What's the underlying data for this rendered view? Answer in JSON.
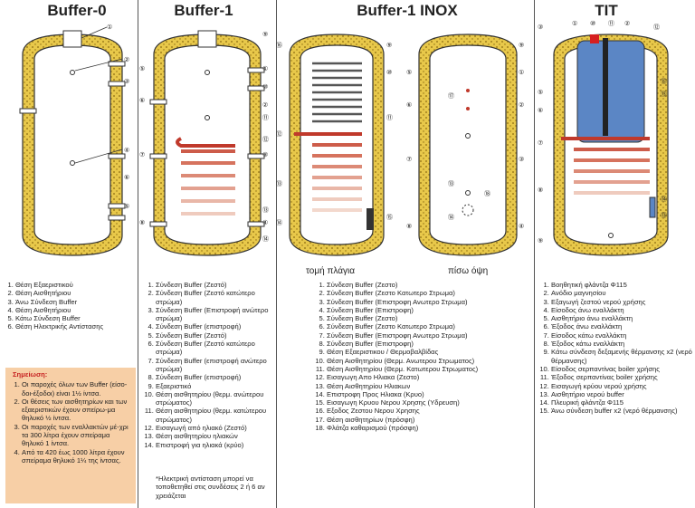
{
  "titles": [
    "Buffer-0",
    "Buffer-1",
    "Buffer-1 INOX",
    "TIT"
  ],
  "captions": {
    "side": "τομή πλάγια",
    "back": "πίσω όψη"
  },
  "buffer0_legend": [
    "Θέση Εξαεριστικού",
    "Θέση Αισθητήριου",
    "Άνω Σύνδεση Buffer",
    "Θέση Αισθητήριου",
    "Κάτω Σύνδεση Buffer",
    "Θέση Ηλεκτρικής Αντίστασης"
  ],
  "notes": {
    "title": "Σημείωση:",
    "items": [
      "Οι παροχές όλων των Buffer (είσο-δοι-έξοδοι) είναι 1½ ίντσα.",
      "Οι θέσεις των αισθητηρίων και των εξαεριστικών έχουν σπείρω-μα θηλυκό ½ ίντσα.",
      "Οι παροχές των εναλλακτών μέ-χρι τα 300 λίτρα έχουν σπείραμα θηλυκό 1 ίντσα.",
      "Από τα 420 έως 1000 λίτρα έχουν σπείραμα θηλυκό 1¼ της ίντσας."
    ]
  },
  "buffer1_legend": [
    "Σύνδεση Buffer (Ζεστό)",
    "Σύνδεση Buffer (Ζεστό κατώτερο στρώμα)",
    "Σύνδεση Buffer (Επιστροφή ανώτερο στρώμα)",
    "Σύνδεση Buffer (επιστροφή)",
    "Σύνδεση Buffer (Ζεστό)",
    "Σύνδεση Buffer (Ζεστό κατώτερο στρώμα)",
    "Σύνδεση Buffer (επιστροφή ανώτερο στρώμα)",
    "Σύνδεση Buffer (επιστροφή)",
    "Εξαεριστικό",
    "Θέση αισθητηρίου (θερμ. ανώτερου στρώματος)",
    "Θέση αισθητηρίου (θερμ. κατώτερου στρώματος)",
    "Εισαγωγή από ηλιακό (Ζεστό)",
    "Θέση αισθητηρίου ηλιακών",
    "Επιστροφή για ηλιακά (κρύο)"
  ],
  "buffer1_footnote": "*Ηλεκτρική αντίσταση μπορεί να τοποθετηθεί στις συνδέσεις 2 ή 6 αν χρειάζεται",
  "inox_legend": [
    "Σύνδεση Buffer (Ζεστο)",
    "Σύνδεση Buffer (Ζεστο Κατωτερο Στρωμα)",
    "Σύνδεση Buffer (Επιστροφη Ανωτερο Στρωμα)",
    "Σύνδεση Buffer (Επιστροφη)",
    "Σύνδεση Buffer (Ζεστο)",
    "Σύνδεση Buffer (Ζεστο Κατωτερο Στρωμα)",
    "Σύνδεση Buffer (Επιστροφη Ανωτερο Στρωμα)",
    "Σύνδεση Buffer (Επιστροφη)",
    "Θέση Εξαεριστικου / Θερμοβαλβίδας",
    "Θέση Αισθητηρίου (Θερμ. Ανωτερου Στρωματος)",
    "Θέση Αισθητηρίου (Θερμ. Κατωτερου Στρωματος)",
    "Εισαγωγη Απο Ηλιακα (Ζεστο)",
    "Θέση Αισθητηρίου Ηλιακων",
    "Επιστροφη Προς Ηλιακα (Κρυο)",
    "Εισαγωγη Κρυου Νερου Χρησης (Υδρευση)",
    "Εξοδος Ζεστου Νερου Χρησης",
    "Θέση αισθητηρίων (πρόσφη)",
    "Φλάτζα καθαρισμού (πρόσφη)"
  ],
  "tit_legend": [
    "Βοηθητική φλάντζα Φ115",
    "Ανόδιο μαγνησίου",
    "Εξαγωγή ζεστού νερού χρήσης",
    "Είσοδος άνω εναλλάκτη",
    "Αισθητήριο άνω εναλλάκτη",
    "Έξοδος άνω εναλλάκτη",
    "Είσοδος κάτω εναλλάκτη",
    "Έξοδος κάτω εναλλάκτη",
    "Κάτω σύνδεση δεξαμενής θέρμανσης x2 (νερό θέρμανσης)",
    "Είσοδος σερπαντίνας boiler χρήσης",
    "Έξοδος σερπαντίνας boiler χρήσης",
    "Εισαγωγή κρύου νερού χρήσης",
    "Αισθητήριο νερού buffer",
    "Πλευρική φλάντζα Φ115",
    "Άνω σύνδεση buffer x2 (νερό θέρμανσης)"
  ],
  "markers": {
    "b0": [
      "①",
      "②",
      "③",
      "④",
      "⑥",
      "⑤"
    ],
    "b1": [
      "⑨",
      "①",
      "⑩",
      "⑤",
      "②",
      "⑪",
      "⑫",
      "⑥",
      "③",
      "⑦",
      "⑬",
      "⑧",
      "④",
      "⑭"
    ],
    "inox_side": [
      "⑯",
      "⑨",
      "⑩",
      "⑪",
      "⑫",
      "⑬",
      "⑭",
      "⑮"
    ],
    "inox_back": [
      "⑨",
      "①",
      "⑤",
      "②",
      "⑰",
      "⑥",
      "③",
      "⑦",
      "⑬",
      "⑱",
      "⑭",
      "⑧",
      "④"
    ],
    "tit": [
      "③",
      "①",
      "⑩",
      "⑪",
      "②",
      "⑫",
      "⑤",
      "⑮",
      "⑬",
      "⑥",
      "⑦",
      "⑧",
      "⑨",
      "⑭",
      "⑬"
    ]
  }
}
